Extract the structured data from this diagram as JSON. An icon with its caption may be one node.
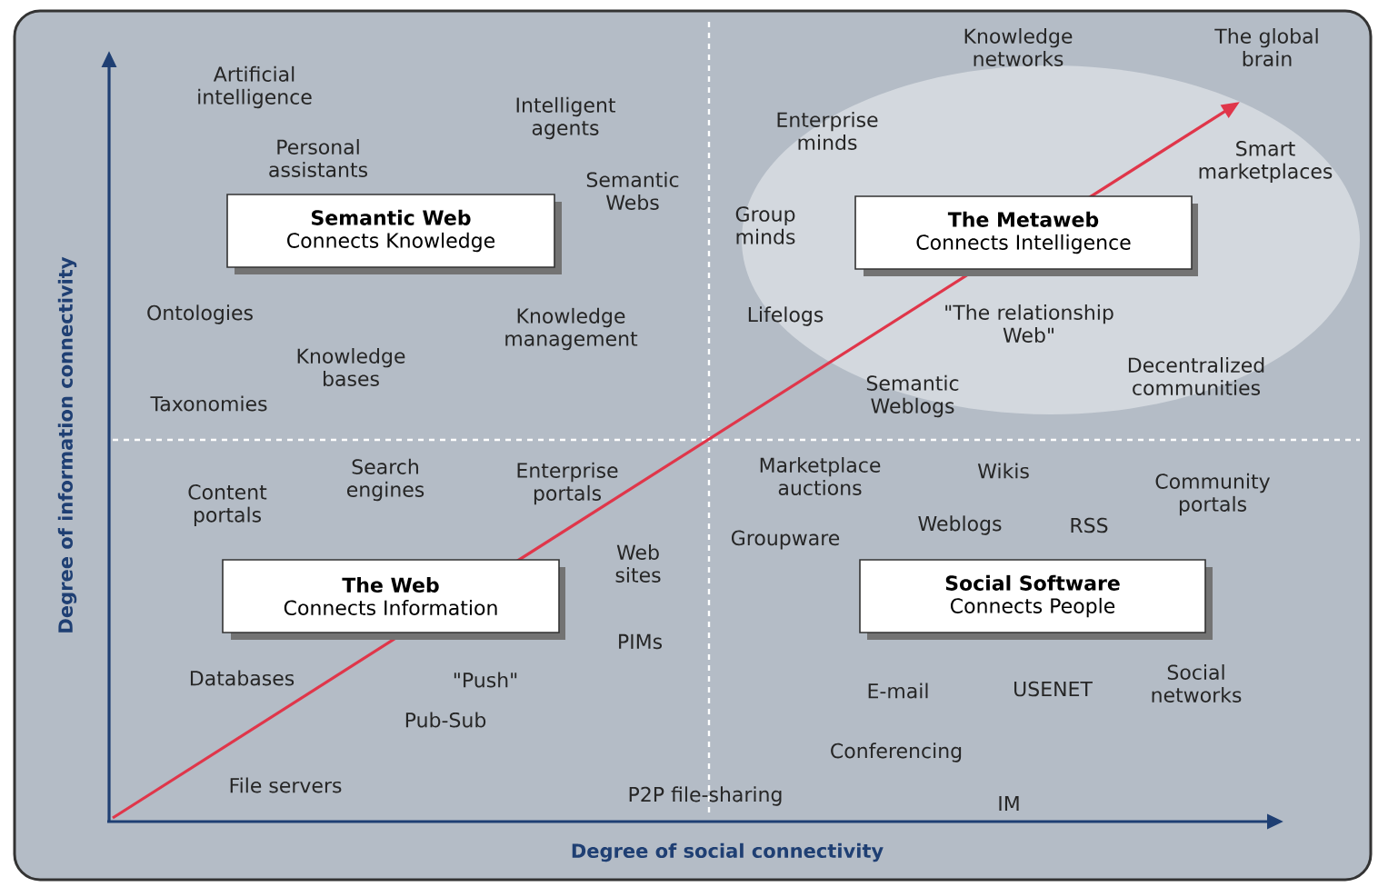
{
  "diagram": {
    "nodes": [
      {
        "text": [
          "Semantic Web",
          "Connects Knowledge"
        ]
      },
      {
        "text": [
          "The Metaweb",
          "Connects Intelligence"
        ]
      },
      {
        "text": [
          "The Web",
          "Connects Information"
        ]
      },
      {
        "text": [
          "Social Software",
          "Connects People"
        ]
      }
    ],
    "labels": [
      "Artificial intelligence",
      "Knowledge networks",
      "The global brain",
      "Intelligent agents",
      "Enterprise minds",
      "Personal assistants",
      "Smart marketplaces",
      "Semantic Webs",
      "Group minds",
      "Ontologies",
      "Lifelogs",
      "\"The relationship Web\"",
      "Knowledge management",
      "Knowledge bases",
      "Decentralized communities",
      "Semantic Weblogs",
      "Taxonomies",
      "Wikis",
      "Marketplace auctions",
      "Search engines",
      "Enterprise portals",
      "Community portals",
      "Content portals",
      "Weblogs",
      "RSS",
      "Groupware",
      "Web sites",
      "PIMs",
      "Databases",
      "\"Push\"",
      "Social networks",
      "USENET",
      "E-mail",
      "Pub-Sub",
      "Conferencing",
      "File servers",
      "P2P file-sharing",
      "IM",
      "Degree of information connectivity",
      "Degree of social connectivity"
    ]
  }
}
